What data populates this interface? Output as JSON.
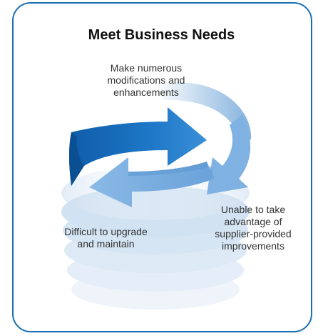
{
  "diagram": {
    "title": "Meet Business Needs",
    "labels": {
      "top": [
        "Make numerous",
        "modifications and",
        "enhancements"
      ],
      "right": [
        "Unable to take",
        "advantage of",
        "supplier-provided",
        "improvements"
      ],
      "left": [
        "Difficult to upgrade",
        "and maintain"
      ]
    },
    "colors": {
      "frame": "#1a6fb5",
      "arrow_dark": "#1e78c8",
      "arrow_light": "#74aadf",
      "cylinder": "#dde9f5"
    }
  }
}
